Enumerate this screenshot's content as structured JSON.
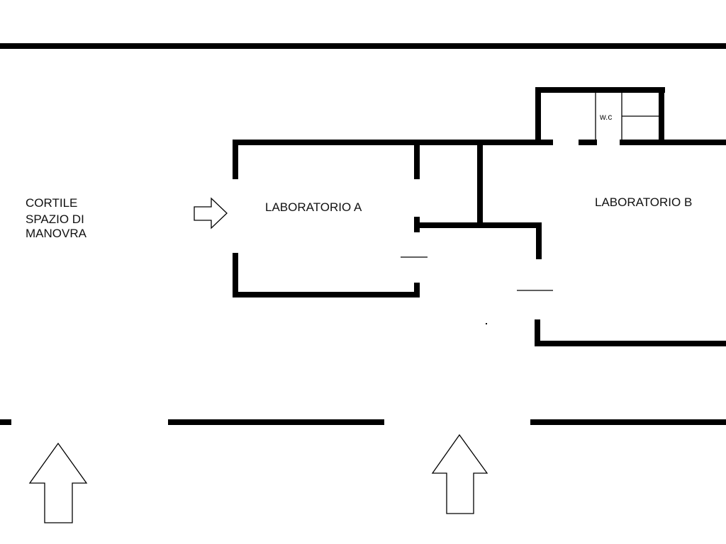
{
  "labels": {
    "courtyard": [
      "CORTILE",
      "SPAZIO DI",
      "MANOVRA"
    ],
    "lab_a": "LABORATORIO A",
    "lab_b": "LABORATORIO B",
    "wc": "w.c"
  }
}
